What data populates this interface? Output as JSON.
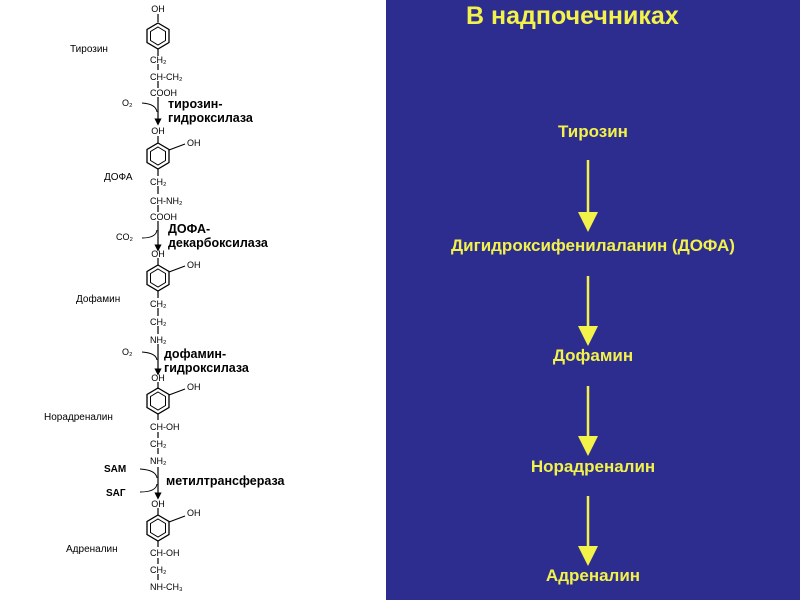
{
  "left": {
    "labels": {
      "tyrosine": "Тирозин",
      "dopa": "ДОФА",
      "dopamine": "Дофамин",
      "noradrenaline": "Норадреналин",
      "adrenaline": "Адреналин"
    },
    "enzymes": {
      "tyrosine_hydroxylase_1": "тирозин-",
      "tyrosine_hydroxylase_2": "гидроксилаза",
      "dopa_decarboxylase_1": "ДОФА-",
      "dopa_decarboxylase_2": "декарбоксилаза",
      "dopamine_hydroxylase_1": "дофамин-",
      "dopamine_hydroxylase_2": "гидроксилаза",
      "methyltransferase": "метилтрансфераза"
    },
    "reagents": {
      "o2_a": "O₂",
      "co2": "CO₂",
      "o2_b": "O₂",
      "sam": "SAM",
      "sag": "SAГ"
    },
    "groups": {
      "oh": "OH",
      "ch2": "CH₂",
      "ch_ch2": "CH-CH₂",
      "cooh": "COOH",
      "ch_nh2": "CH-NH₂",
      "nh2": "NH₂",
      "ch_oh": "CH-OH",
      "nh_ch3": "NH-CH₃"
    }
  },
  "right": {
    "heading": "В надпочечниках",
    "steps": [
      "Тирозин",
      "Дигидроксифенилаланин  (ДОФА)",
      "Дофамин",
      "Норадреналин",
      "Адреналин"
    ]
  },
  "colors": {
    "background": "#2d2d90",
    "text": "#f2f24a",
    "arrow": "#f2f24a"
  }
}
